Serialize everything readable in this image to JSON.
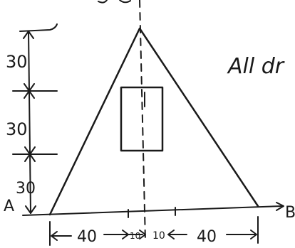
{
  "labels": {
    "dim_top": "30",
    "dim_mid": "30",
    "dim_bottom": "30",
    "point_a": "A",
    "point_b": "B",
    "note": "All dr"
  },
  "dims": {
    "left": "40",
    "center_left": "10",
    "center_right": "10",
    "right": "40"
  }
}
